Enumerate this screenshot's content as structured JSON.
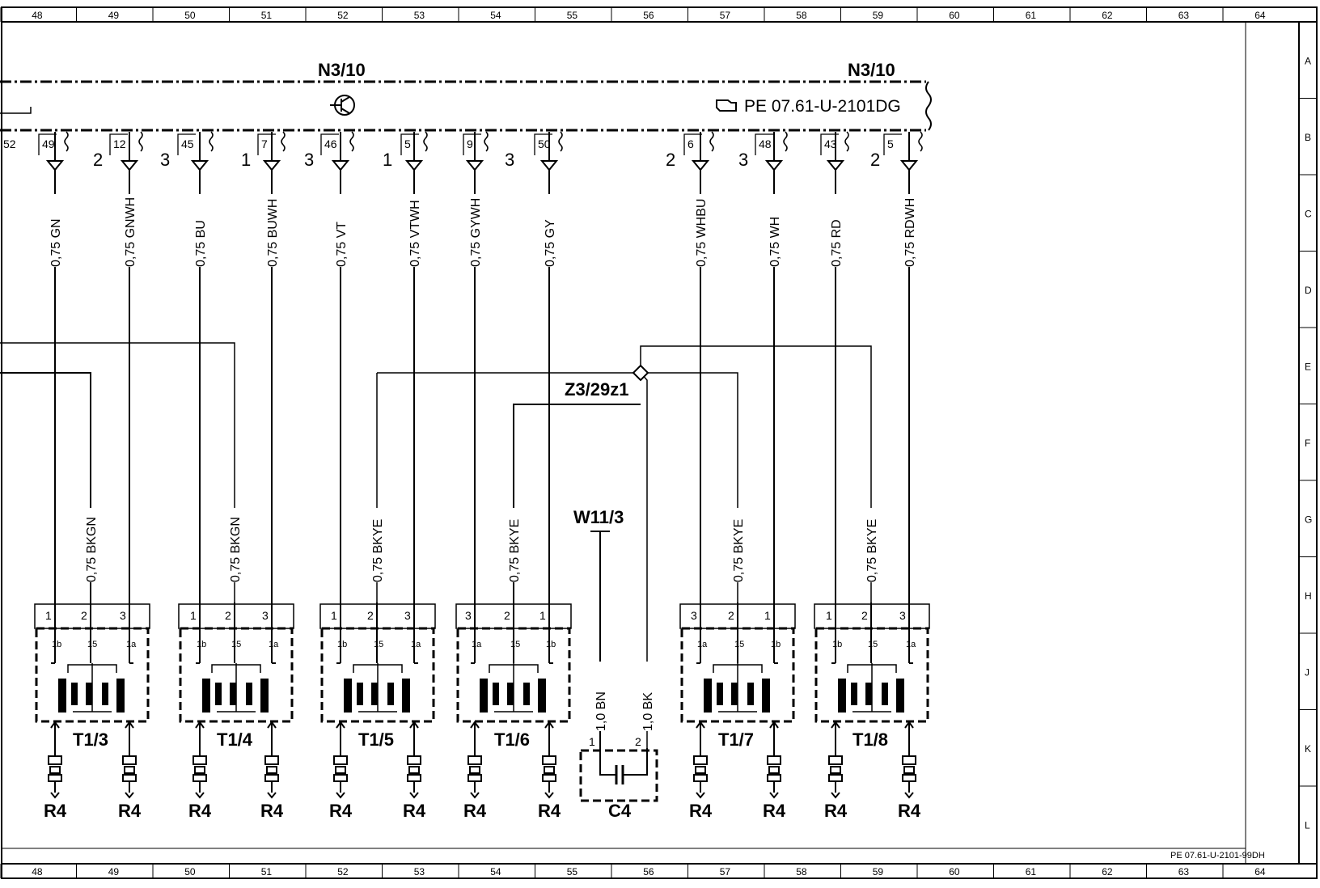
{
  "grid": {
    "columns": [
      "48",
      "49",
      "50",
      "51",
      "52",
      "53",
      "54",
      "55",
      "56",
      "57",
      "58",
      "59",
      "60",
      "61",
      "62",
      "63",
      "64"
    ],
    "rows": [
      "A",
      "B",
      "C",
      "D",
      "E",
      "F",
      "G",
      "H",
      "J",
      "K",
      "L"
    ]
  },
  "module": {
    "name_left": "N3/10",
    "name_right": "N3/10",
    "reference": "PE 07.61-U-2101DG"
  },
  "module_pins": [
    {
      "pin": "52",
      "group": ""
    },
    {
      "pin": "49",
      "group": "2"
    },
    {
      "pin": "12",
      "group": "3"
    },
    {
      "pin": "45",
      "group": "1"
    },
    {
      "pin": "7",
      "group": "3"
    },
    {
      "pin": "46",
      "group": "1"
    },
    {
      "pin": "5",
      "group": ""
    },
    {
      "pin": "9",
      "group": "3"
    },
    {
      "pin": "50",
      "group": ""
    },
    {
      "pin": "6",
      "group": "2"
    },
    {
      "pin": "48",
      "group": "3"
    },
    {
      "pin": "43",
      "group": ""
    },
    {
      "pin": "5",
      "group": "2"
    }
  ],
  "wires_top": [
    "0,75 GN",
    "0,75 GNWH",
    "0,75 BU",
    "0,75 BUWH",
    "0,75 VT",
    "0,75 VTWH",
    "0,75 GYWH",
    "0,75 GY",
    "0,75 WHBU",
    "0,75 WH",
    "0,75 RD",
    "0,75 RDWH"
  ],
  "splice": "Z3/29z1",
  "wires_lower": [
    "0,75 BKGN",
    "0,75 BKGN",
    "0,75 BKYE",
    "0,75 BKYE",
    "0,75 BKYE",
    "0,75 BKYE"
  ],
  "coils": [
    {
      "name": "T1/3",
      "pins": [
        "1",
        "2",
        "3"
      ],
      "terms": [
        "1b",
        "15",
        "1a"
      ]
    },
    {
      "name": "T1/4",
      "pins": [
        "1",
        "2",
        "3"
      ],
      "terms": [
        "1b",
        "15",
        "1a"
      ]
    },
    {
      "name": "T1/5",
      "pins": [
        "1",
        "2",
        "3"
      ],
      "terms": [
        "1b",
        "15",
        "1a"
      ]
    },
    {
      "name": "T1/6",
      "pins": [
        "3",
        "2",
        "1"
      ],
      "terms": [
        "1a",
        "15",
        "1b"
      ]
    },
    {
      "name": "T1/7",
      "pins": [
        "3",
        "2",
        "1"
      ],
      "terms": [
        "1a",
        "15",
        "1b"
      ]
    },
    {
      "name": "T1/8",
      "pins": [
        "1",
        "2",
        "3"
      ],
      "terms": [
        "1b",
        "15",
        "1a"
      ]
    }
  ],
  "ground": "W11/3",
  "capacitor": {
    "name": "C4",
    "wire_a": "1,0 BN",
    "wire_b": "1,0 BK",
    "pin_a": "1",
    "pin_b": "2"
  },
  "spark_plug": "R4",
  "footer_ref": "PE 07.61-U-2101-99DH"
}
